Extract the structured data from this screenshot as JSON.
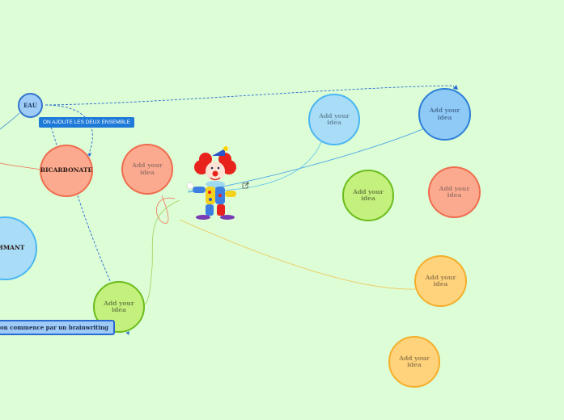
{
  "nodes": {
    "eau": "EAU",
    "bicarbonate": "BICARBONATE",
    "gommant": "GOMMANT",
    "idea": "Add your idea"
  },
  "labels": {
    "combine": "ON AJOUTE LES DEUX ENSEMBLE",
    "brainwriting": "on commence par un brainwriting"
  },
  "colors": {
    "background": "#dcfdd6",
    "blue": "#49b6f2",
    "green": "#6bbd1c",
    "salmon": "#f06c4f",
    "orange": "#f5ae2a",
    "link_dashed": "#2a6ad0"
  },
  "icons": {
    "central": "clown-image",
    "link": "external-link-icon"
  }
}
